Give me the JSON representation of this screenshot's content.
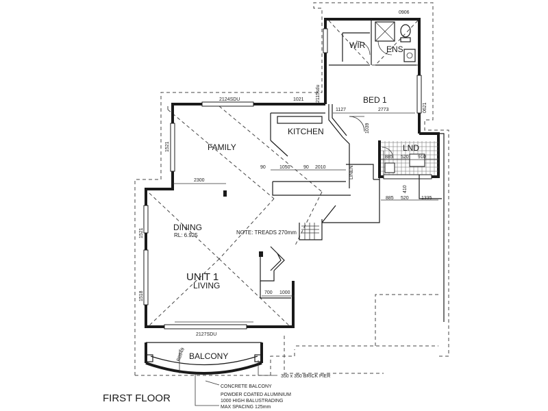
{
  "rooms": {
    "wir": "WIR",
    "ens": "ENS",
    "bed1": "BED 1",
    "kitchen": "KITCHEN",
    "family": "FAMILY",
    "lnd": "LND",
    "dining": "DINING",
    "rl": "RL: 6.925",
    "unit": "UNIT 1",
    "living": "LIVING",
    "balcony": "BALCONY"
  },
  "dims": {
    "d0906": "0906",
    "d2115sdu": "2115sdu",
    "d2124sdu": "2124SDU",
    "d1021": "1021",
    "d1127": "1127",
    "d2773": "2773",
    "d0621": "0621",
    "d1039": "1039",
    "d1521a": "1521",
    "d885a": "885",
    "d520a": "520",
    "d910": "910",
    "d90a": "90",
    "d1050": "1050",
    "d90b": "90",
    "d2010": "2010",
    "d2300": "2300",
    "dlinen": "LINEN",
    "d410": "410",
    "d885b": "885",
    "d520b": "520",
    "d1335": "1335",
    "d1521b": "1521",
    "d1518": "1518",
    "d700": "700",
    "d1000": "1000",
    "d2127sdu": "2127SDU",
    "dr8949": "R8949"
  },
  "notes": {
    "treads": "NOTE: TREADS 270mm",
    "pier": "350 x 350 BRICK PIER",
    "concrete": "CONCRETE BALCONY",
    "rail1": "POWDER COATED ALUMINIUM",
    "rail2": "1000 HIGH BALUSTRADING",
    "rail3": "MAX SPACING 125mm"
  },
  "title": "FIRST FLOOR"
}
